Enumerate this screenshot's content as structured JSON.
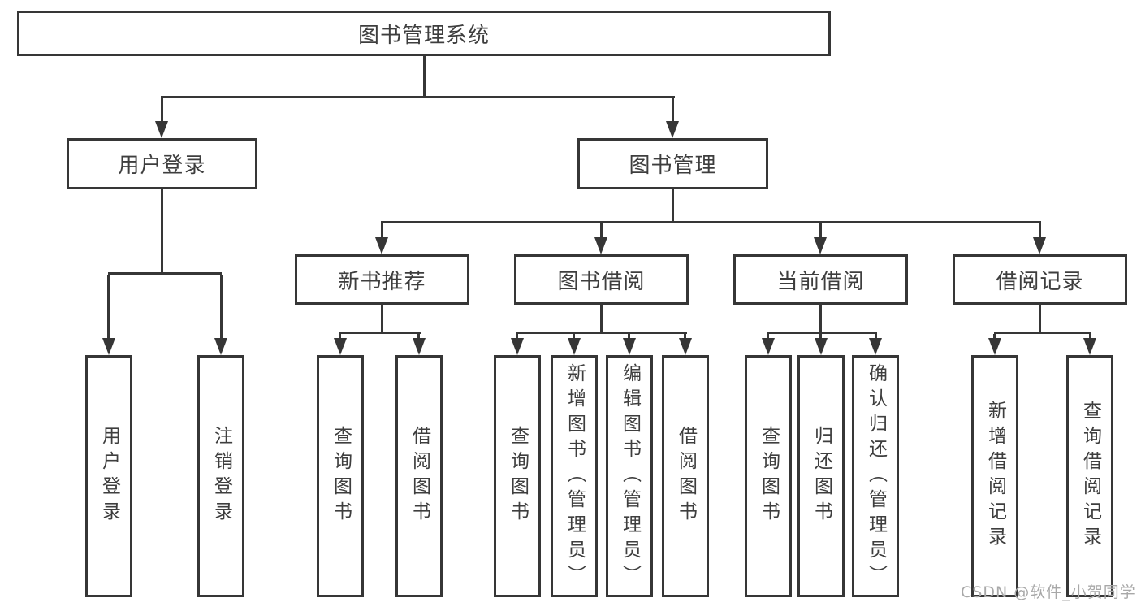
{
  "diagram": {
    "tree": {
      "label": "图书管理系统",
      "children": [
        {
          "label": "用户登录",
          "children": [
            {
              "label": "用户登录"
            },
            {
              "label": "注销登录"
            }
          ]
        },
        {
          "label": "图书管理",
          "children": [
            {
              "label": "新书推荐",
              "children": [
                {
                  "label": "查询图书"
                },
                {
                  "label": "借阅图书"
                }
              ]
            },
            {
              "label": "图书借阅",
              "children": [
                {
                  "label": "查询图书"
                },
                {
                  "label": "新增图书（管理员）"
                },
                {
                  "label": "编辑图书（管理员）"
                },
                {
                  "label": "借阅图书"
                }
              ]
            },
            {
              "label": "当前借阅",
              "children": [
                {
                  "label": "查询图书"
                },
                {
                  "label": "归还图书"
                },
                {
                  "label": "确认归还（管理员）"
                }
              ]
            },
            {
              "label": "借阅记录",
              "children": [
                {
                  "label": "新增借阅记录"
                },
                {
                  "label": "查询借阅记录"
                }
              ]
            }
          ]
        }
      ]
    },
    "colors": {
      "line": "#363636",
      "text": "#3e3e3e",
      "watermark_text": "#a8a8a8",
      "background": "#ffffff"
    }
  },
  "watermark": {
    "text": "CSDN @软件_小贺同学"
  }
}
